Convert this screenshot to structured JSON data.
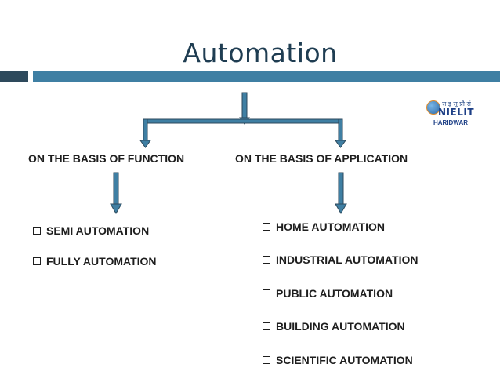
{
  "slide": {
    "title": "Automation"
  },
  "logo": {
    "hindi": "रा इ सू प्रौ सं",
    "name": "NIELIT",
    "city": "HARIDWAR"
  },
  "branches": [
    {
      "label": "ON THE BASIS OF FUNCTION",
      "items": [
        "SEMI AUTOMATION",
        "FULLY AUTOMATION"
      ]
    },
    {
      "label": "ON THE BASIS OF APPLICATION",
      "items": [
        "HOME AUTOMATION",
        "INDUSTRIAL AUTOMATION",
        "PUBLIC AUTOMATION",
        "BUILDING AUTOMATION",
        "SCIENTIFIC AUTOMATION"
      ]
    }
  ],
  "colors": {
    "title": "#1f3d52",
    "bar_dark": "#2e4a5c",
    "bar_light": "#3f7fa3",
    "arrow_fill": "#3f7fa3",
    "arrow_stroke": "#2e4a5c"
  }
}
